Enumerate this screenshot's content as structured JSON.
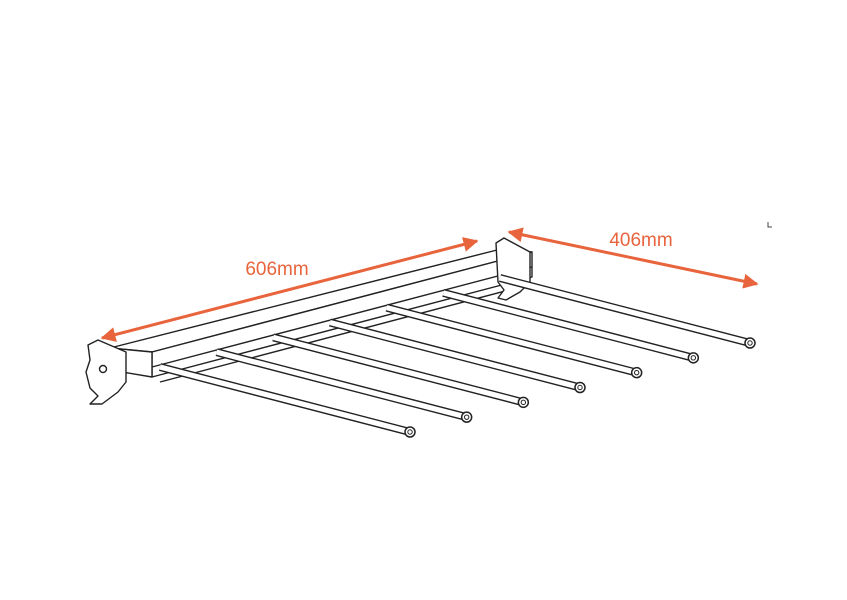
{
  "dimensions": {
    "length_label": "606mm",
    "depth_label": "406mm"
  },
  "product": {
    "rod_count": 7
  },
  "colors": {
    "dimension_arrow": "#e8643c",
    "line_art": "#222222",
    "background": "#ffffff"
  }
}
